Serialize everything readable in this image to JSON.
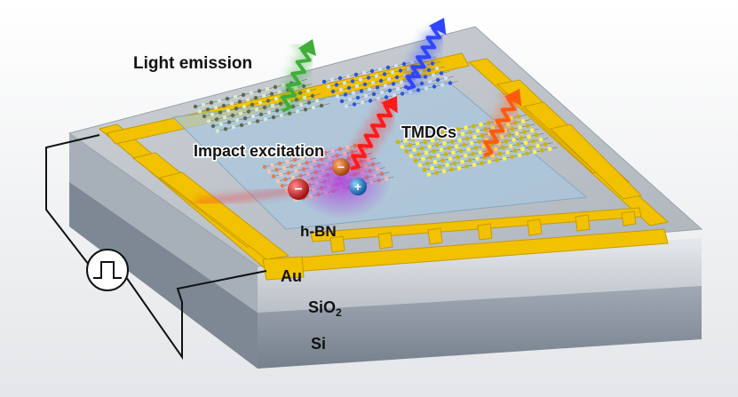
{
  "labels": {
    "light_emission": "Light emission",
    "impact_excitation": "Impact excitation",
    "tmdcs": "TMDCs",
    "hbn": "h-BN",
    "au": "Au",
    "sio2_base": "SiO",
    "sio2_sub": "2",
    "si": "Si"
  },
  "charges": {
    "electron_sign": "−",
    "hole_sign": "+"
  },
  "icons": {
    "pulse_source": "square-pulse-icon",
    "photon": "wavy-arrow-icon"
  },
  "colors": {
    "gold": "#f2c200",
    "gold_edge": "#c79a00",
    "top_surface": "#bcc3ca",
    "hbn_layer": "#a9c7de",
    "sio2": "#c9ced4",
    "si": "#8c96a3",
    "photon_green": "#3fae3a",
    "photon_blue": "#2f45ff",
    "photon_red": "#ff1a1a",
    "photon_orange": "#ff5a10",
    "electron": "#c81414",
    "hole": "#1a78c8",
    "exciton": "#d9621c"
  }
}
